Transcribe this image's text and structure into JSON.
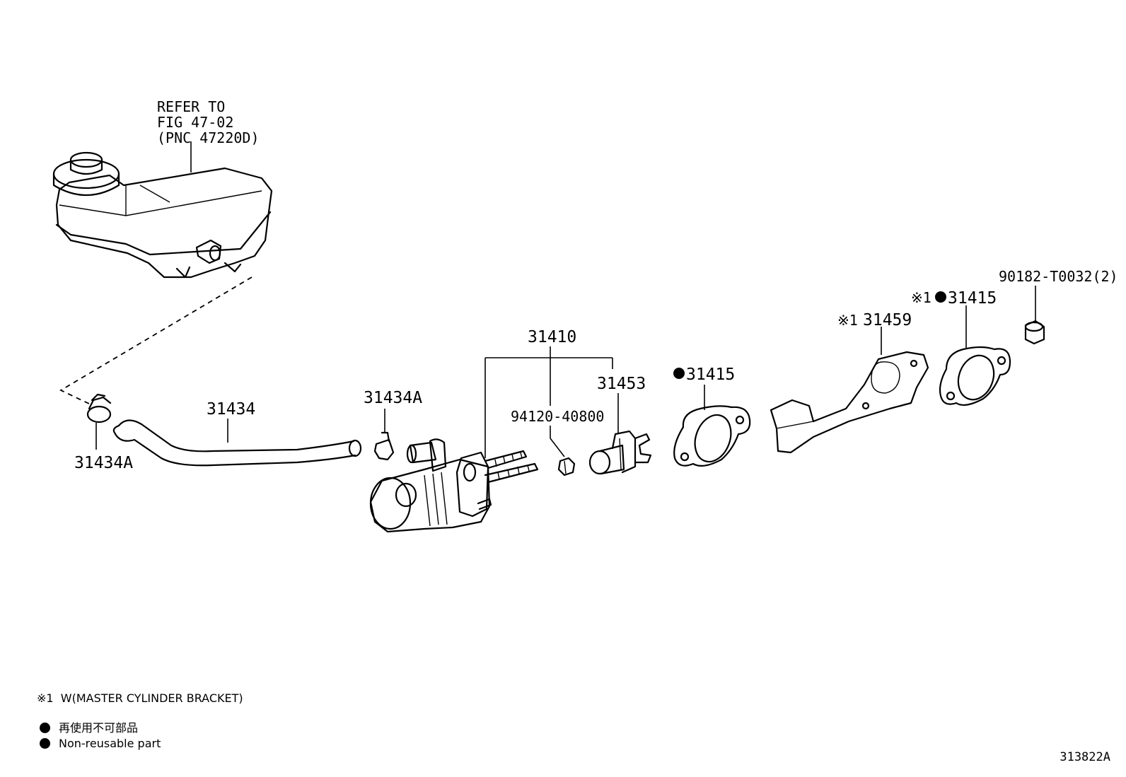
{
  "labels": {
    "reservoir_ref": [
      "REFER TO",
      "FIG 47-02",
      "(PNC 47220D)"
    ],
    "clip_left": "31434A",
    "hose": "31434",
    "clip_mid": "31434A",
    "master_cylinder": "31410",
    "nut": "94120-40800",
    "push_rod": "31453",
    "gasket_1": "31415",
    "bracket": "31459",
    "bracket_mark": "※1",
    "gasket_2": "31415",
    "gasket_2_mark": "※1",
    "collar": "90182-T0032(2)"
  },
  "legend": {
    "note_mark": "※1",
    "note": "W(MASTER CYLINDER BRACKET)",
    "nonreusable_jp": "再使用不可部品",
    "nonreusable_en": "Non-reusable part"
  },
  "figure_id": "313822A"
}
